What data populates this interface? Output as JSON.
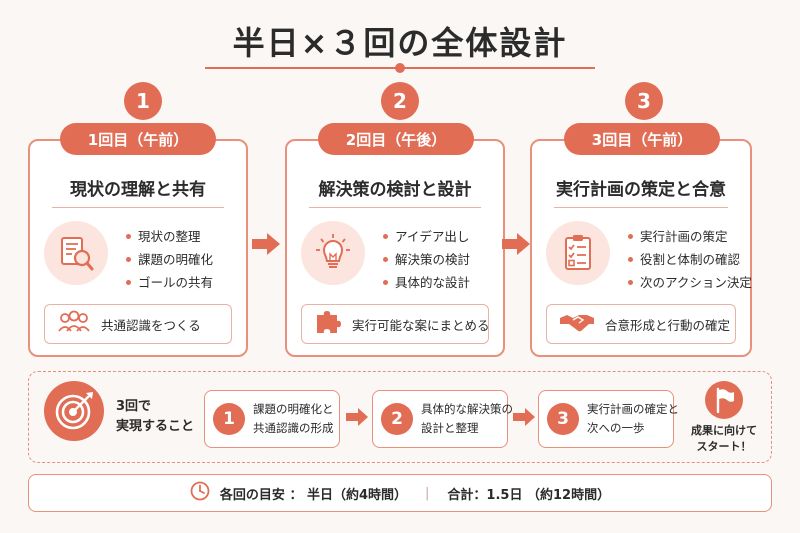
{
  "title": "半日×３回の全体設計",
  "colors": {
    "accent": "#e26d55",
    "border": "#e8907c",
    "bg": "#fbf7f4"
  },
  "phases": [
    {
      "number": "1",
      "session": "1回目（午前）",
      "heading": "現状の理解と共有",
      "icon": "document-magnifier-icon",
      "bullets": [
        "現状の整理",
        "課題の明確化",
        "ゴールの共有"
      ],
      "sub_icon": "people-group-icon",
      "sub": "共通認識をつくる"
    },
    {
      "number": "2",
      "session": "2回目（午後）",
      "heading": "解決策の検討と設計",
      "icon": "lightbulb-icon",
      "bullets": [
        "アイデア出し",
        "解決策の検討",
        "具体的な設計"
      ],
      "sub_icon": "puzzle-icon",
      "sub": "実行可能な案にまとめる"
    },
    {
      "number": "3",
      "session": "3回目（午前）",
      "heading": "実行計画の策定と合意",
      "icon": "checklist-icon",
      "bullets": [
        "実行計画の策定",
        "役割と体制の確認",
        "次のアクション決定"
      ],
      "sub_icon": "handshake-icon",
      "sub": "合意形成と行動の確定"
    }
  ],
  "summary": {
    "label_line1": "3回で",
    "label_line2": "実現すること",
    "icon": "target-icon",
    "steps": [
      {
        "number": "1",
        "line1": "課題の明確化と",
        "line2": "共通認識の形成"
      },
      {
        "number": "2",
        "line1": "具体的な解決策の",
        "line2": "設計と整理"
      },
      {
        "number": "3",
        "line1": "実行計画の確定と",
        "line2": "次への一歩"
      }
    ],
    "flag_icon": "flag-icon",
    "goal_line1": "成果に向けて",
    "goal_line2": "スタート！"
  },
  "footer": {
    "icon": "clock-icon",
    "per_session": "各回の目安 ： 半日（約4時間）",
    "separator": "|",
    "total": "合計：1.5日 （約12時間）"
  }
}
